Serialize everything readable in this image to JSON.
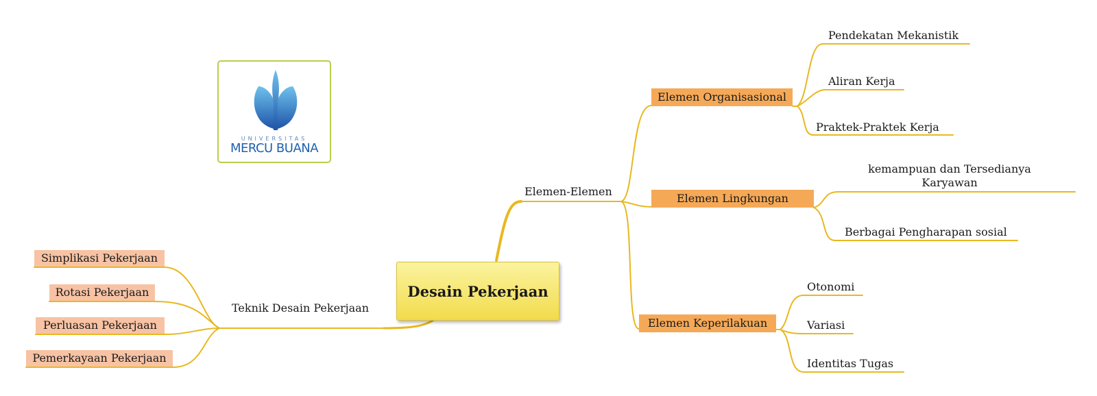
{
  "diagram": {
    "center": "Desain Pekerjaan",
    "branches": {
      "elemen": "Elemen-Elemen",
      "teknik": "Teknik Desain Pekerjaan"
    },
    "elemen_groups": [
      {
        "label": "Elemen Organisasional",
        "items": [
          "Pendekatan Mekanistik",
          "Aliran Kerja",
          "Praktek-Praktek Kerja"
        ]
      },
      {
        "label": "Elemen Lingkungan",
        "items": [
          "kemampuan dan Tersedianya Karyawan",
          "Berbagai Pengharapan sosial"
        ]
      },
      {
        "label": "Elemen Keperilakuan",
        "items": [
          "Otonomi",
          "Variasi",
          "Identitas Tugas"
        ]
      }
    ],
    "teknik_items": [
      "Simplikasi Pekerjaan",
      "Rotasi Pekerjaan",
      "Perluasan Pekerjaan",
      "Pemerkayaan Pekerjaan"
    ]
  },
  "logo": {
    "subtitle": "UNIVERSITAS",
    "name": "MERCU BUANA"
  },
  "colors": {
    "line": "#e8b820",
    "center_fill": "#f5e46a",
    "group_fill": "#f5a957",
    "item_fill": "#f7c3a4",
    "logo_blue": "#2161ae",
    "logo_border": "#b7cf4a"
  }
}
